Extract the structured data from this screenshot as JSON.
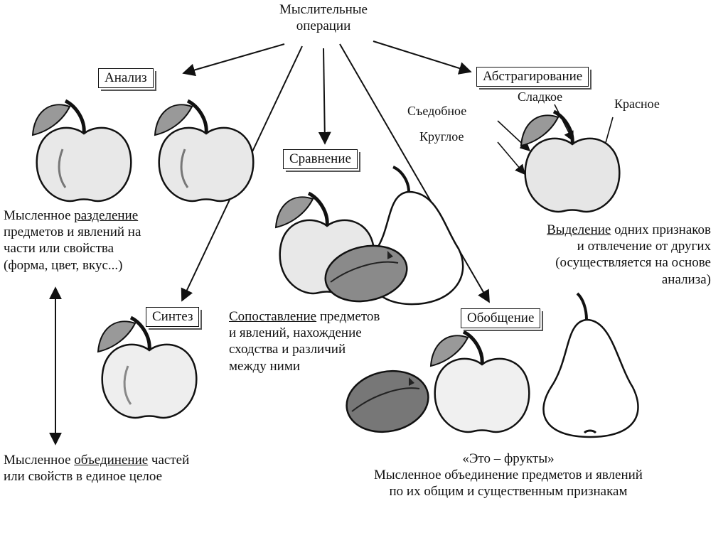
{
  "title_line1": "Мыслительные",
  "title_line2": "операции",
  "boxes": {
    "analysis": "Анализ",
    "abstraction": "Абстрагирование",
    "comparison": "Сравнение",
    "synthesis": "Синтез",
    "generalization": "Обобщение"
  },
  "analysis_desc": {
    "pre": "Мысленное ",
    "underlined": "разделение",
    "line2": "предметов и явлений на",
    "line3": "части или свойства",
    "line4": "(форма, цвет, вкус...)"
  },
  "synthesis_desc": {
    "pre": "Мысленное ",
    "underlined": "объединение",
    "post": " частей",
    "line2": "или свойств в единое целое"
  },
  "comparison_desc": {
    "underlined": "Сопоставление",
    "post": " предметов",
    "line2": "и явлений, нахождение",
    "line3": "сходства и различий",
    "line4": "между ними"
  },
  "abstraction_desc": {
    "underlined": "Выделение",
    "post": " одних признаков",
    "line2": "и отвлечение от других",
    "line3": "(осуществляется на основе",
    "line4": "анализа)"
  },
  "generalization_desc": {
    "line1": "«Это – фрукты»",
    "line2": "Мысленное объединение предметов и явлений",
    "line3": "по их общим и существенным признакам"
  },
  "properties": {
    "edible": "Съедобное",
    "sweet": "Сладкое",
    "red": "Красное",
    "round": "Круглое"
  }
}
